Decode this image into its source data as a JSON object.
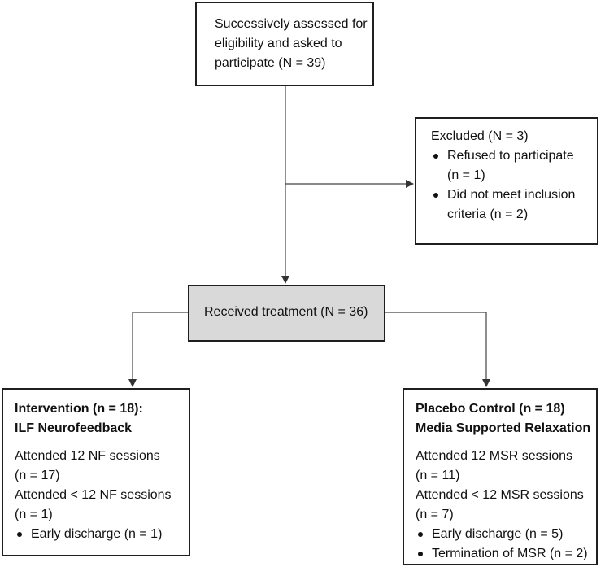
{
  "assessed": {
    "lines": [
      "Successively assessed for",
      "eligibility and asked to",
      "participate (N = 39)"
    ]
  },
  "excluded": {
    "title": "Excluded (N = 3)",
    "items": [
      {
        "line1": "Refused to participate",
        "line2": "(n = 1)"
      },
      {
        "line1": "Did not meet inclusion",
        "line2": "criteria (n = 2)"
      }
    ]
  },
  "received": {
    "label": "Received treatment (N = 36)",
    "fill": "#d9d9d9"
  },
  "intervention": {
    "title1": "Intervention (n = 18):",
    "title2": "ILF Neurofeedback",
    "lines": [
      "Attended 12 NF sessions",
      "(n = 17)",
      "Attended < 12 NF sessions",
      "(n = 1)"
    ],
    "bullets": [
      "Early discharge (n = 1)"
    ]
  },
  "placebo": {
    "title1": "Placebo Control (n = 18)",
    "title2": "Media Supported Relaxation",
    "lines": [
      "Attended 12 MSR sessions",
      "(n = 11)",
      "Attended < 12 MSR sessions",
      "(n = 7)"
    ],
    "bullets": [
      "Early discharge (n = 5)",
      "Termination of MSR (n = 2)"
    ]
  },
  "colors": {
    "border": "#1f1f1f",
    "arrow": "#333333"
  }
}
